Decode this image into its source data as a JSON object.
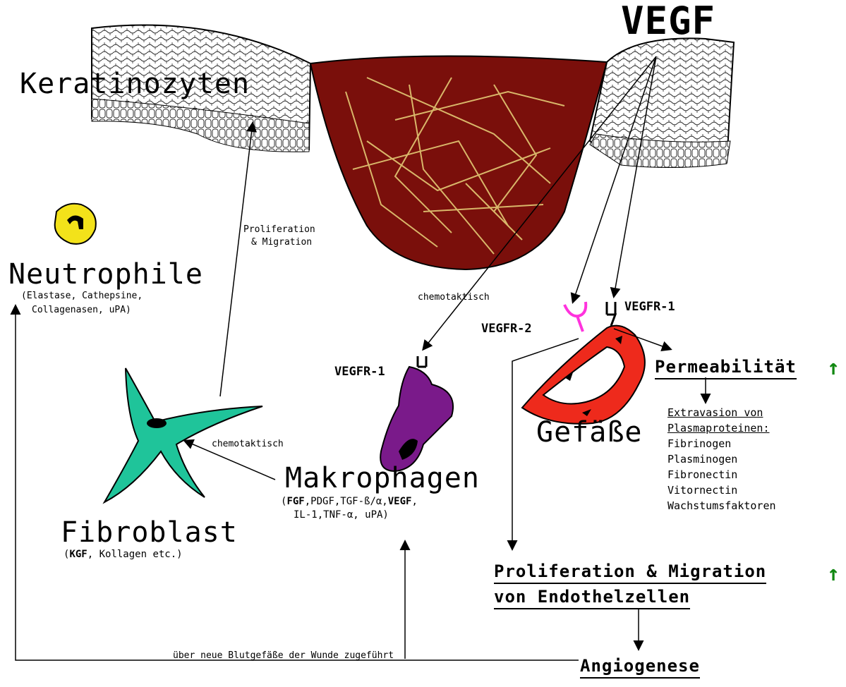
{
  "labels": {
    "keratinozyten": "Keratinozyten",
    "vegf": "VEGF",
    "neutrophile": "Neutrophile",
    "neutrophile_sub1": "(Elastase, Cathepsine,",
    "neutrophile_sub2": "Collagenasen, uPA)",
    "prolif_migration_1": "Proliferation",
    "prolif_migration_2": "& Migration",
    "chemotaktisch_top": "chemotaktisch",
    "chemotaktisch_left": "chemotaktisch",
    "vegfr1_macro": "VEGFR-1",
    "vegfr1_vessel": "VEGFR-1",
    "vegfr2": "VEGFR-2",
    "makrophagen": "Makrophagen",
    "makro_sub1_a": "FGF",
    "makro_sub1_b": ",PDGF,TGF-ß/α,",
    "makro_sub1_c": "VEGF",
    "makro_sub1_d": ",",
    "makro_sub1_open": "(",
    "makro_sub2": "IL-1,TNF-α, uPA)",
    "fibroblast": "Fibroblast",
    "fibro_sub_open": "(",
    "fibro_sub_bold": "KGF",
    "fibro_sub_rest": ", Kollagen etc.)",
    "gefaesse": "Gefäße",
    "permeabilitaet": "Permeabilität",
    "extravasion_1": "Extravasion von",
    "extravasion_2": "Plasmaproteinen:",
    "proteins": [
      "Fibrinogen",
      "Plasminogen",
      "Fibronectin",
      "Vitornectin",
      "Wachstumsfaktoren"
    ],
    "prolif_endo_1": "Proliferation & Migration",
    "prolif_endo_2": "von Endothelzellen",
    "angiogenese": "Angiogenese",
    "bottom_note": "über neue Blutgefäße der Wunde zugeführt",
    "up_arrow_1": "↑",
    "up_arrow_2": "↑"
  },
  "colors": {
    "wound": "#7a0f0b",
    "fibrin": "#d9b76a",
    "fibroblast": "#1fc49a",
    "macrophage": "#7a1a8a",
    "vessel": "#ee2a1c",
    "neutrophil": "#f3e21a",
    "receptor2": "#ff33dd",
    "increase": "#118811"
  }
}
